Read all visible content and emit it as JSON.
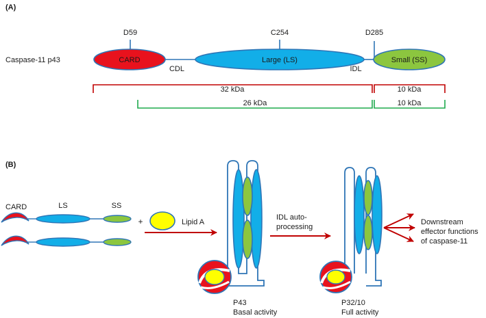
{
  "panel_a": {
    "label": "(A)",
    "protein_name": "Caspase-11 p43",
    "sites": {
      "d59": "D59",
      "c254": "C254",
      "d285": "D285"
    },
    "domains": {
      "card": "CARD",
      "large": "Large (LS)",
      "small": "Small (SS)"
    },
    "linkers": {
      "cdl": "CDL",
      "idl": "IDL"
    },
    "fragments": {
      "red_left": "32 kDa",
      "red_right": "10 kDa",
      "green_left": "26 kDa",
      "green_right": "10 kDa"
    }
  },
  "panel_b": {
    "label": "(B)",
    "monomer_labels": {
      "card": "CARD",
      "ls": "LS",
      "ss": "SS"
    },
    "plus": "+",
    "lipid_a": "Lipid A",
    "idl_step_line1": "IDL auto-",
    "idl_step_line2": "processing",
    "p43_name": "P43",
    "p43_activity": "Basal activity",
    "p32_name": "P32/10",
    "p32_activity": "Full activity",
    "downstream_line1": "Downstream",
    "downstream_line2": "effector functions",
    "downstream_line3": "of caspase-11"
  },
  "colors": {
    "card_red": "#e8121d",
    "large_blue": "#12aee8",
    "small_green": "#8cc63f",
    "lipid_yellow": "#ffff00",
    "outline_blue": "#2e75b6",
    "arrow_red": "#c00000",
    "bracket_red": "#c00000",
    "bracket_green": "#1daa4c"
  }
}
